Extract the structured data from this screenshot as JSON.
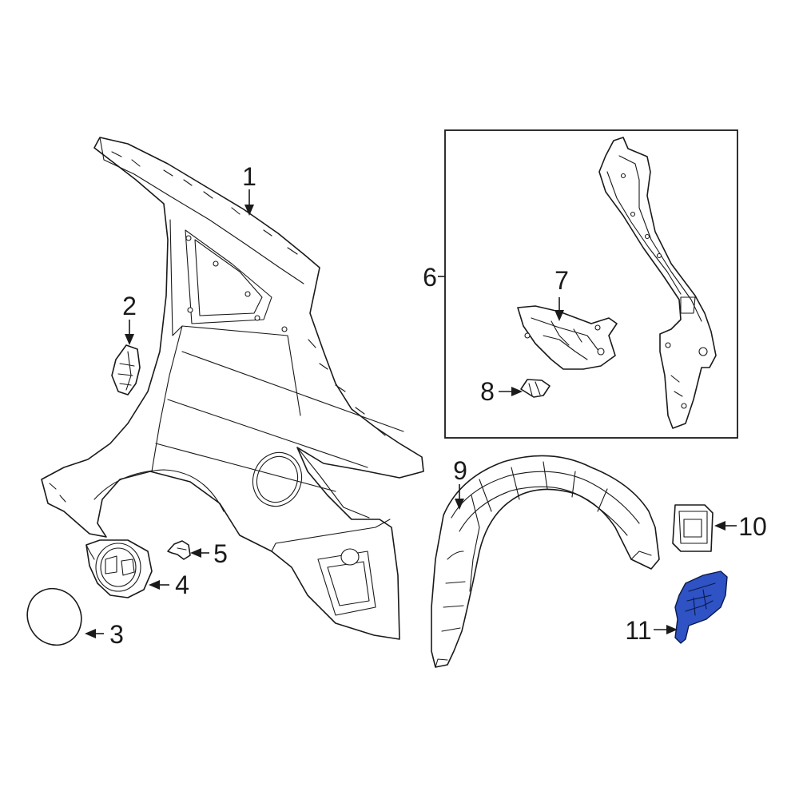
{
  "diagram": {
    "highlight_color": "#2f52c4",
    "highlighted_part": "11",
    "callouts": {
      "c1": "1",
      "c2": "2",
      "c3": "3",
      "c4": "4",
      "c5": "5",
      "c6": "6",
      "c7": "7",
      "c8": "8",
      "c9": "9",
      "c10": "10",
      "c11": "11"
    }
  }
}
